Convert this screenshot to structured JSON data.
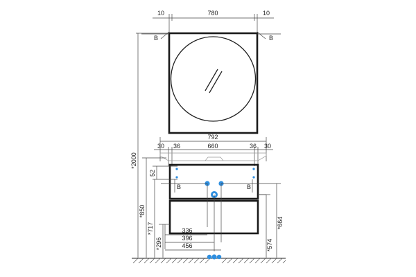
{
  "mirror": {
    "dims_top": [
      "10",
      "780",
      "10"
    ],
    "marker_left": "B",
    "marker_right": "B"
  },
  "cabinet": {
    "total_width": "792",
    "dims_row": [
      "30",
      "36",
      "660",
      "36",
      "30"
    ],
    "dim_52": "52",
    "marker_left": "B",
    "marker_right": "B",
    "dims_bottom": [
      "336",
      "396",
      "456"
    ]
  },
  "vertical_dims": {
    "left": [
      "*2000",
      "*850",
      "*717",
      "*296"
    ],
    "right": [
      "*574",
      "*664"
    ]
  },
  "colors": {
    "line": "#1a1a1a",
    "connector": "#2f8fe0"
  }
}
